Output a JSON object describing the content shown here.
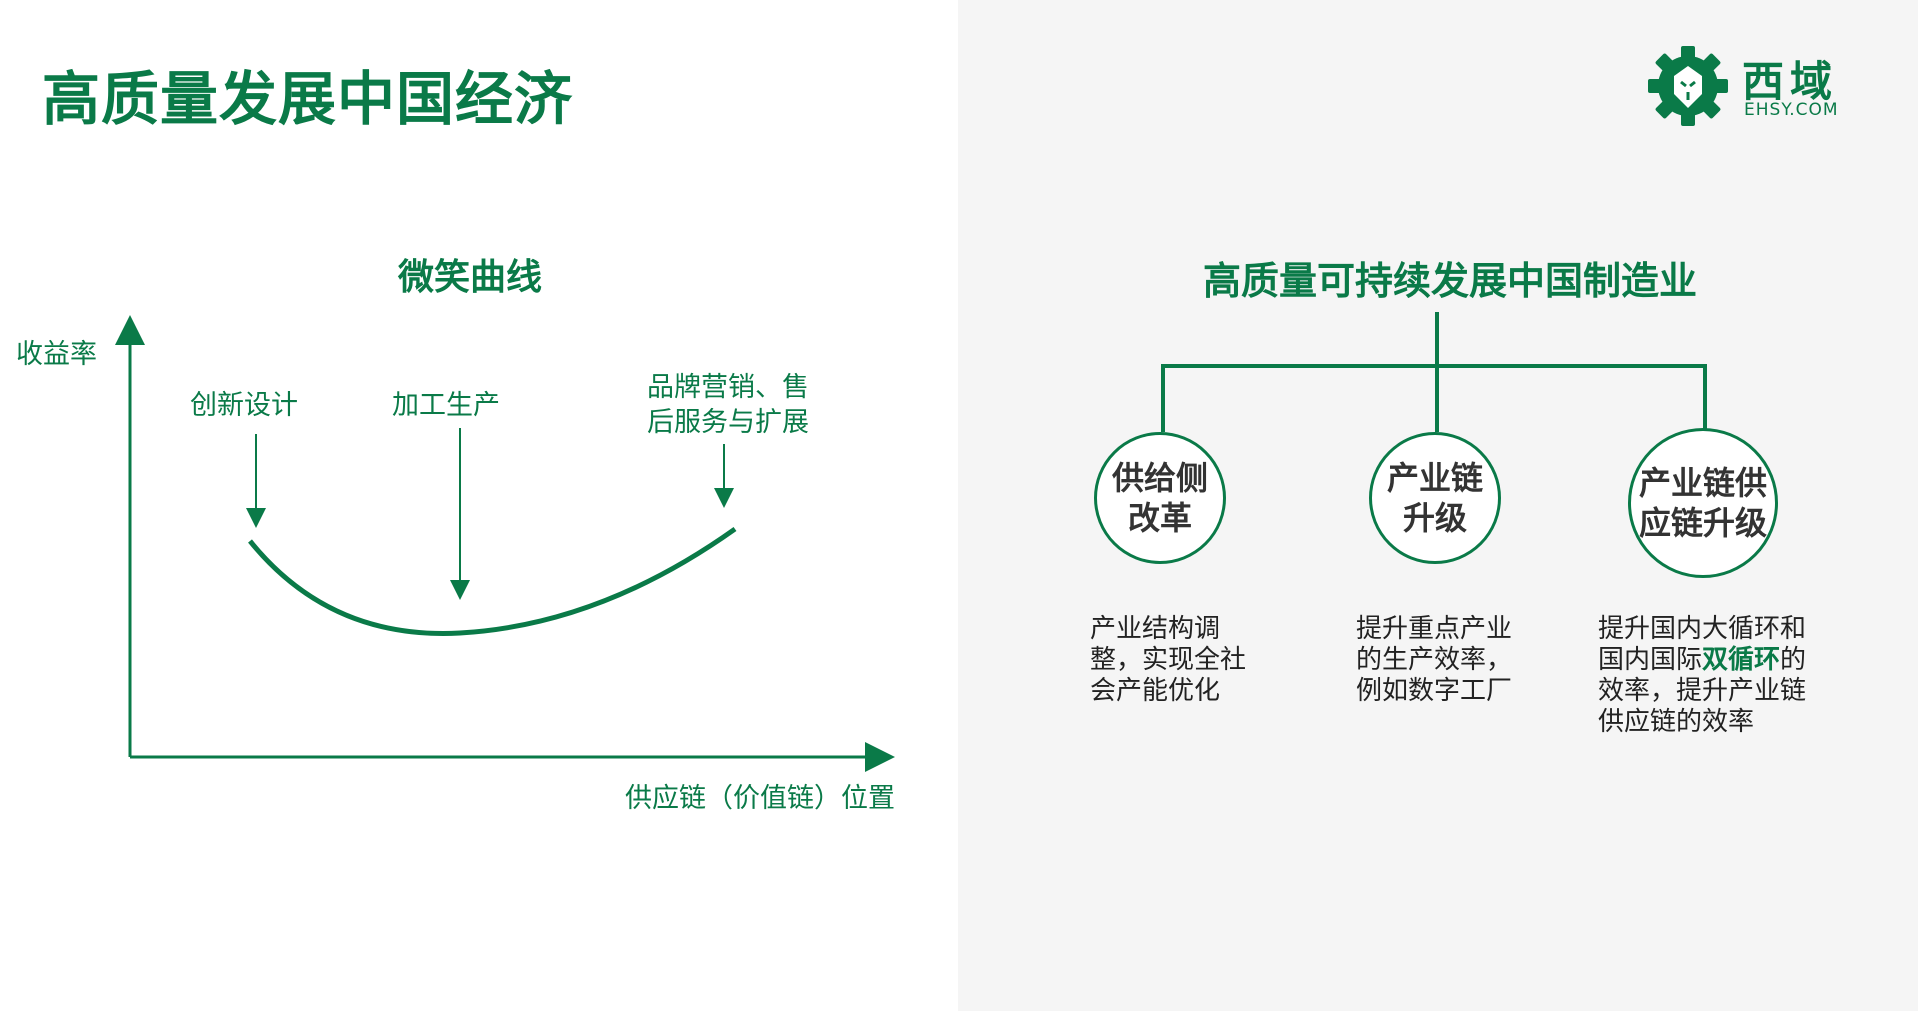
{
  "header": {
    "title": "高质量发展中国经济"
  },
  "logo": {
    "cn": "西域",
    "en": "EHSY.COM",
    "icon": "gear-lion-icon"
  },
  "smile_curve": {
    "title": "微笑曲线",
    "y_label": "收益率",
    "x_label": "供应链（价值链）位置",
    "stages": [
      {
        "label": "创新设计"
      },
      {
        "label": "加工生产"
      },
      {
        "label_line1": "品牌营销、售",
        "label_line2": "后服务与扩展"
      }
    ]
  },
  "tree": {
    "title": "高质量可持续发展中国制造业",
    "nodes": [
      {
        "line1": "供给侧",
        "line2": "改革",
        "desc": "产业结构调整，实现全社会产能优化"
      },
      {
        "line1": "产业链",
        "line2": "升级",
        "desc": "提升重点产业的生产效率，例如数字工厂"
      },
      {
        "line1": "产业链供",
        "line2": "应链升级",
        "desc_pre": "提升国内大循环和国内国际",
        "desc_highlight": "双循环",
        "desc_post": "的效率，提升产业链供应链的效率"
      }
    ]
  },
  "colors": {
    "accent": "#0a7a48",
    "right_panel_bg": "#f5f5f5"
  }
}
